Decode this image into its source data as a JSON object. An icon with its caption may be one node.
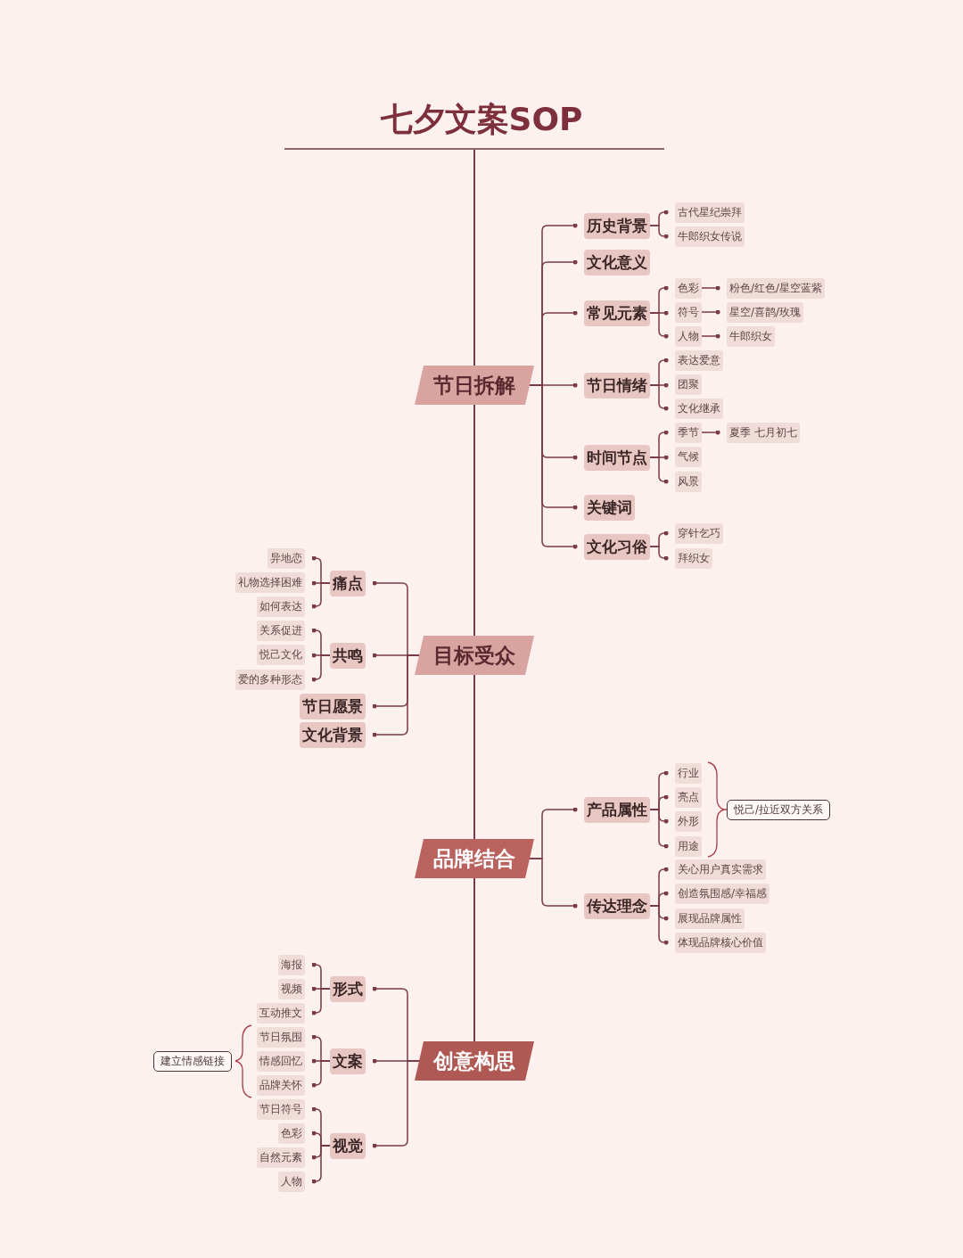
{
  "diagram": {
    "title": "七夕文案SOP",
    "nodes": [
      {
        "text": [
          "节日拆解"
        ]
      },
      {
        "text": [
          "历史背景"
        ]
      },
      {
        "text": [
          "古代星纪崇拜"
        ]
      },
      {
        "text": [
          "牛郎织女传说"
        ]
      },
      {
        "text": [
          "文化意义"
        ]
      },
      {
        "text": [
          "常见元素"
        ]
      },
      {
        "text": [
          "色彩"
        ]
      },
      {
        "text": [
          "粉色/红色/星空蓝紫"
        ]
      },
      {
        "text": [
          "符号"
        ]
      },
      {
        "text": [
          "星空/喜鹊/玫瑰"
        ]
      },
      {
        "text": [
          "人物"
        ]
      },
      {
        "text": [
          "牛郎织女"
        ]
      },
      {
        "text": [
          "节日情绪"
        ]
      },
      {
        "text": [
          "表达爱意"
        ]
      },
      {
        "text": [
          "团聚"
        ]
      },
      {
        "text": [
          "文化继承"
        ]
      },
      {
        "text": [
          "时间节点"
        ]
      },
      {
        "text": [
          "季节"
        ]
      },
      {
        "text": [
          "夏季 七月初七"
        ]
      },
      {
        "text": [
          "气候"
        ]
      },
      {
        "text": [
          "风景"
        ]
      },
      {
        "text": [
          "关键词"
        ]
      },
      {
        "text": [
          "文化习俗"
        ]
      },
      {
        "text": [
          "穿针乞巧"
        ]
      },
      {
        "text": [
          "拜织女"
        ]
      },
      {
        "text": [
          "目标受众"
        ]
      },
      {
        "text": [
          "痛点"
        ]
      },
      {
        "text": [
          "异地恋"
        ]
      },
      {
        "text": [
          "礼物选择困难"
        ]
      },
      {
        "text": [
          "如何表达"
        ]
      },
      {
        "text": [
          "共鸣"
        ]
      },
      {
        "text": [
          "关系促进"
        ]
      },
      {
        "text": [
          "悦己文化"
        ]
      },
      {
        "text": [
          "爱的多种形态"
        ]
      },
      {
        "text": [
          "节日愿景"
        ]
      },
      {
        "text": [
          "文化背景"
        ]
      },
      {
        "text": [
          "品牌结合"
        ]
      },
      {
        "text": [
          "产品属性"
        ]
      },
      {
        "text": [
          "行业"
        ]
      },
      {
        "text": [
          "亮点"
        ]
      },
      {
        "text": [
          "外形"
        ]
      },
      {
        "text": [
          "用途"
        ]
      },
      {
        "text": [
          "悦己/拉近双方关系"
        ]
      },
      {
        "text": [
          "传达理念"
        ]
      },
      {
        "text": [
          "关心用户真实需求"
        ]
      },
      {
        "text": [
          "创造氛围感/幸福感"
        ]
      },
      {
        "text": [
          "展现品牌属性"
        ]
      },
      {
        "text": [
          "体现品牌核心价值"
        ]
      },
      {
        "text": [
          "创意构思"
        ]
      },
      {
        "text": [
          "形式"
        ]
      },
      {
        "text": [
          "海报"
        ]
      },
      {
        "text": [
          "视频"
        ]
      },
      {
        "text": [
          "互动推文"
        ]
      },
      {
        "text": [
          "文案"
        ]
      },
      {
        "text": [
          "节日氛围"
        ]
      },
      {
        "text": [
          "情感回忆"
        ]
      },
      {
        "text": [
          "品牌关怀"
        ]
      },
      {
        "text": [
          "视觉"
        ]
      },
      {
        "text": [
          "节日符号"
        ]
      },
      {
        "text": [
          "色彩"
        ]
      },
      {
        "text": [
          "自然元素"
        ]
      },
      {
        "text": [
          "人物"
        ]
      },
      {
        "text": [
          "建立情感链接"
        ]
      }
    ],
    "edges": [
      {
        "from": 0,
        "to": 1,
        "arrow": "other"
      },
      {
        "from": 0,
        "to": 4,
        "arrow": "other"
      },
      {
        "from": 0,
        "to": 5,
        "arrow": "other"
      },
      {
        "from": 0,
        "to": 12,
        "arrow": "other"
      },
      {
        "from": 0,
        "to": 16,
        "arrow": "other"
      },
      {
        "from": 0,
        "to": 21,
        "arrow": "other"
      },
      {
        "from": 0,
        "to": 22,
        "arrow": "other"
      },
      {
        "from": 1,
        "to": 2,
        "arrow": "other"
      },
      {
        "from": 1,
        "to": 3,
        "arrow": "other"
      },
      {
        "from": 5,
        "to": 6,
        "arrow": "other"
      },
      {
        "from": 5,
        "to": 8,
        "arrow": "other"
      },
      {
        "from": 5,
        "to": 10,
        "arrow": "other"
      },
      {
        "from": 6,
        "to": 7,
        "arrow": "other"
      },
      {
        "from": 8,
        "to": 9,
        "arrow": "other"
      },
      {
        "from": 10,
        "to": 11,
        "arrow": "other"
      },
      {
        "from": 12,
        "to": 13,
        "arrow": "other"
      },
      {
        "from": 12,
        "to": 14,
        "arrow": "other"
      },
      {
        "from": 12,
        "to": 15,
        "arrow": "other"
      },
      {
        "from": 16,
        "to": 17,
        "arrow": "other"
      },
      {
        "from": 16,
        "to": 19,
        "arrow": "other"
      },
      {
        "from": 16,
        "to": 20,
        "arrow": "other"
      },
      {
        "from": 17,
        "to": 18,
        "arrow": "other"
      },
      {
        "from": 22,
        "to": 23,
        "arrow": "other"
      },
      {
        "from": 22,
        "to": 24,
        "arrow": "other"
      },
      {
        "from": 25,
        "to": 26,
        "arrow": "other"
      },
      {
        "from": 25,
        "to": 30,
        "arrow": "other"
      },
      {
        "from": 25,
        "to": 34,
        "arrow": "other"
      },
      {
        "from": 25,
        "to": 35,
        "arrow": "other"
      },
      {
        "from": 26,
        "to": 27,
        "arrow": "other"
      },
      {
        "from": 26,
        "to": 28,
        "arrow": "other"
      },
      {
        "from": 26,
        "to": 29,
        "arrow": "other"
      },
      {
        "from": 30,
        "to": 31,
        "arrow": "other"
      },
      {
        "from": 30,
        "to": 32,
        "arrow": "other"
      },
      {
        "from": 30,
        "to": 33,
        "arrow": "other"
      },
      {
        "from": 36,
        "to": 37,
        "arrow": "other"
      },
      {
        "from": 36,
        "to": 43,
        "arrow": "other"
      },
      {
        "from": 37,
        "to": 38,
        "arrow": "other"
      },
      {
        "from": 37,
        "to": 39,
        "arrow": "other"
      },
      {
        "from": 37,
        "to": 40,
        "arrow": "other"
      },
      {
        "from": 37,
        "to": 41,
        "arrow": "other"
      },
      {
        "from": 43,
        "to": 44,
        "arrow": "other"
      },
      {
        "from": 43,
        "to": 45,
        "arrow": "other"
      },
      {
        "from": 43,
        "to": 46,
        "arrow": "other"
      },
      {
        "from": 43,
        "to": 47,
        "arrow": "other"
      },
      {
        "from": 48,
        "to": 49,
        "arrow": "other"
      },
      {
        "from": 48,
        "to": 53,
        "arrow": "other"
      },
      {
        "from": 48,
        "to": 57,
        "arrow": "other"
      },
      {
        "from": 49,
        "to": 50,
        "arrow": "other"
      },
      {
        "from": 49,
        "to": 51,
        "arrow": "other"
      },
      {
        "from": 49,
        "to": 52,
        "arrow": "other"
      },
      {
        "from": 53,
        "to": 54,
        "arrow": "other"
      },
      {
        "from": 53,
        "to": 55,
        "arrow": "other"
      },
      {
        "from": 53,
        "to": 56,
        "arrow": "other"
      },
      {
        "from": 57,
        "to": 58,
        "arrow": "other"
      },
      {
        "from": 57,
        "to": 59,
        "arrow": "other"
      },
      {
        "from": 57,
        "to": 60,
        "arrow": "other"
      },
      {
        "from": 57,
        "to": 61,
        "arrow": "other"
      }
    ]
  }
}
